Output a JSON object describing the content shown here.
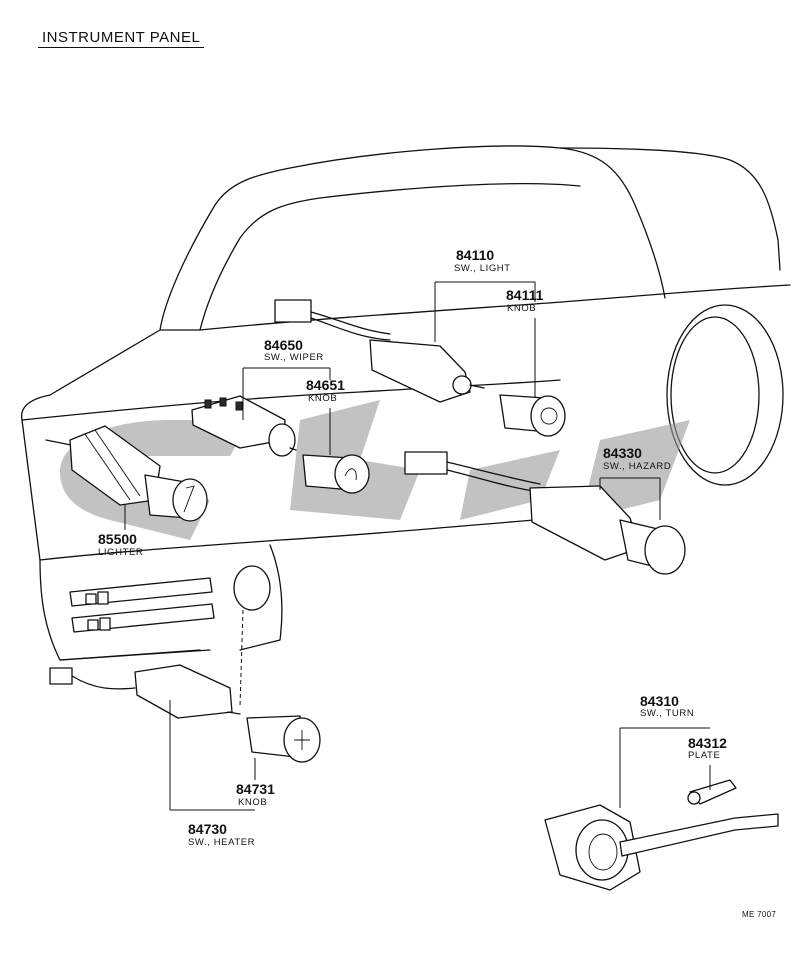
{
  "diagram": {
    "title": "INSTRUMENT PANEL",
    "drawing_code": "ME 7007",
    "watermark_color": "#9a9a9a",
    "parts": [
      {
        "id": "light_switch",
        "number": "84110",
        "name": "SW., LIGHT"
      },
      {
        "id": "light_knob",
        "number": "84111",
        "name": "KNOB"
      },
      {
        "id": "wiper_switch",
        "number": "84650",
        "name": "SW., WIPER"
      },
      {
        "id": "wiper_knob",
        "number": "84651",
        "name": "KNOB"
      },
      {
        "id": "hazard_switch",
        "number": "84330",
        "name": "SW., HAZARD"
      },
      {
        "id": "lighter",
        "number": "85500",
        "name": "LIGHTER"
      },
      {
        "id": "turn_switch",
        "number": "84310",
        "name": "SW., TURN"
      },
      {
        "id": "plate",
        "number": "84312",
        "name": "PLATE"
      },
      {
        "id": "heater_knob",
        "number": "84731",
        "name": "KNOB"
      },
      {
        "id": "heater_switch",
        "number": "84730",
        "name": "SW., HEATER"
      }
    ]
  }
}
